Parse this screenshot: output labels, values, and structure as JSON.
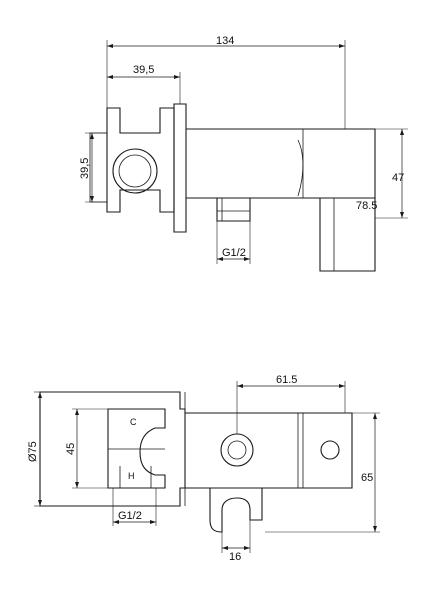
{
  "top_view": {
    "dimensions": {
      "overall_length": "134",
      "flange_to_body": "39,5",
      "flange_height": "39,5",
      "body_height": "47",
      "outlet_depth": "78.5",
      "thread": "G1/2"
    }
  },
  "front_view": {
    "dimensions": {
      "diameter": "Ø75",
      "valve_height": "45",
      "center_distance": "61.5",
      "total_height": "65",
      "thread": "G1/2",
      "outlet_width": "16"
    },
    "labels": {
      "cold": "C",
      "hot": "H"
    }
  }
}
